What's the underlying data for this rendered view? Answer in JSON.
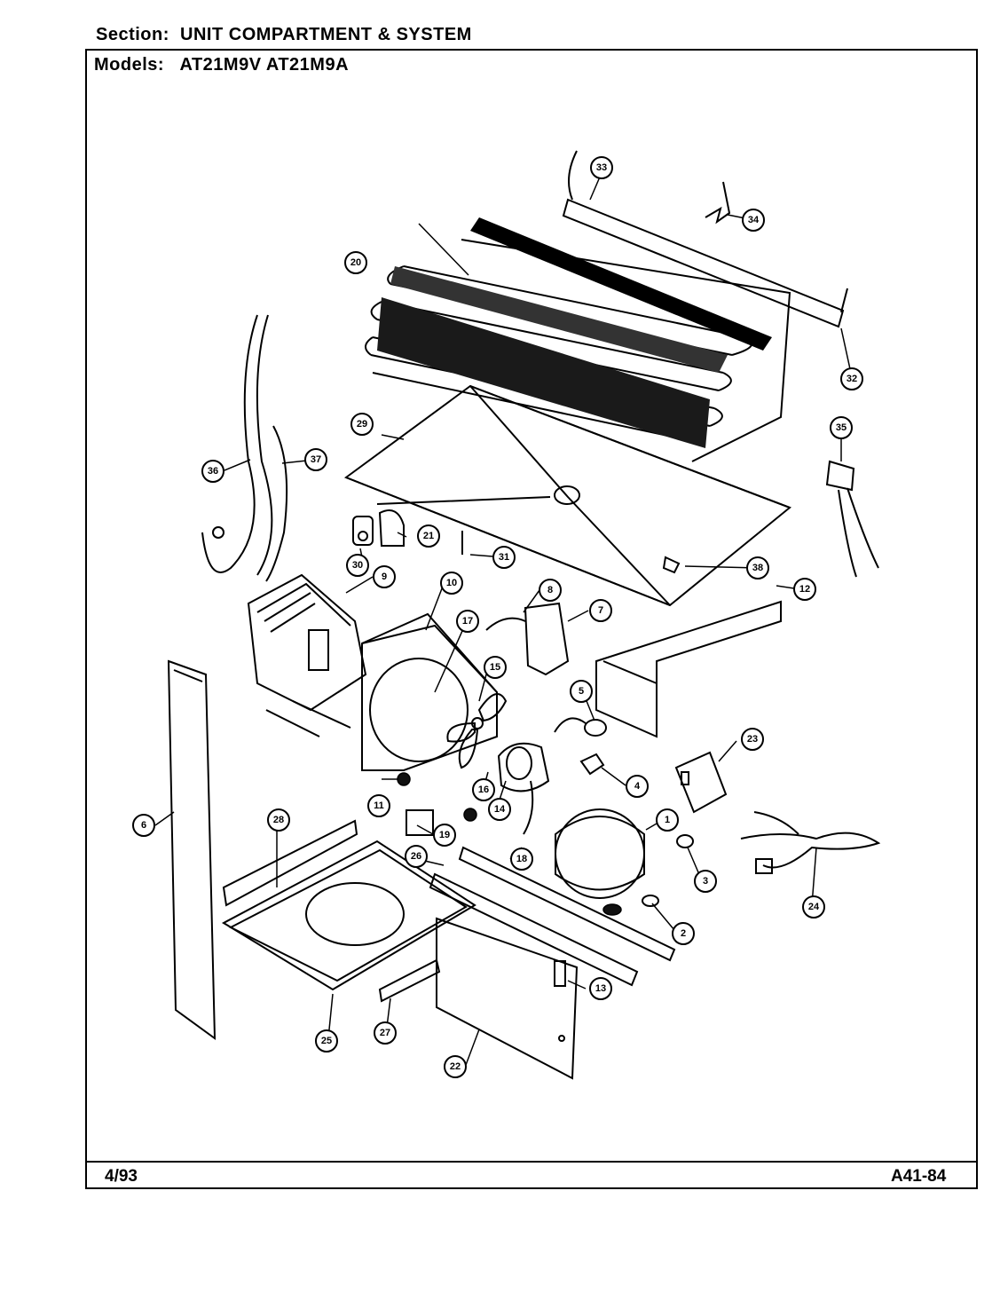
{
  "header": {
    "section_label": "Section:",
    "section_value": "UNIT COMPARTMENT & SYSTEM",
    "models_label": "Models:",
    "models_value": "AT21M9V AT21M9A"
  },
  "footer": {
    "date": "4/93",
    "code": "A41-84"
  },
  "callouts": [
    "1",
    "2",
    "3",
    "4",
    "5",
    "6",
    "7",
    "8",
    "9",
    "10",
    "11",
    "12",
    "13",
    "14",
    "15",
    "16",
    "17",
    "18",
    "19",
    "20",
    "21",
    "22",
    "23",
    "24",
    "25",
    "26",
    "27",
    "28",
    "29",
    "30",
    "31",
    "32",
    "33",
    "34",
    "35",
    "36",
    "37",
    "38"
  ]
}
